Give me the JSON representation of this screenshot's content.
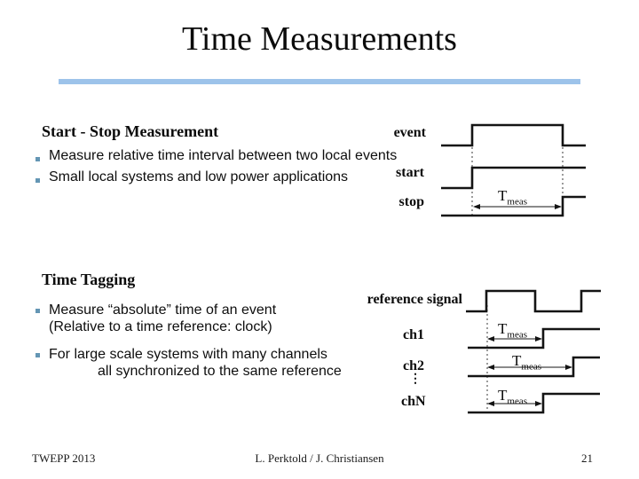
{
  "title": "Time Measurements",
  "colors": {
    "accent_bar": "#9dc3ea",
    "bullet_square": "#6496b4",
    "line": "#141414"
  },
  "sections": {
    "start_stop": {
      "heading": "Start - Stop Measurement",
      "bullets": [
        "Measure relative time interval between two local events",
        "Small local systems and low power applications"
      ]
    },
    "time_tagging": {
      "heading": "Time Tagging",
      "bullets": [
        {
          "line1": "Measure “absolute” time of an event",
          "line2": "(Relative to a time reference: clock)"
        },
        {
          "line1": "For large scale systems with many channels",
          "line2": "all synchronized to the same reference"
        }
      ]
    }
  },
  "diagrams": {
    "start_stop": {
      "labels": {
        "event": "event",
        "start": "start",
        "stop": "stop"
      },
      "tmeas": {
        "base": "T",
        "sub": "meas"
      }
    },
    "time_tagging": {
      "labels": {
        "reference": "reference signal",
        "ch1": "ch1",
        "ch2": "ch2",
        "dots": "⋮",
        "chN": "chN"
      },
      "tmeas1": {
        "base": "T",
        "sub": "meas"
      },
      "tmeas2": {
        "base": "T",
        "sub": "meas"
      },
      "tmeas3": {
        "base": "T",
        "sub": "meas"
      }
    }
  },
  "footer": {
    "conference": "TWEPP 2013",
    "authors": "L. Perktold / J. Christiansen",
    "page_number": "21"
  }
}
